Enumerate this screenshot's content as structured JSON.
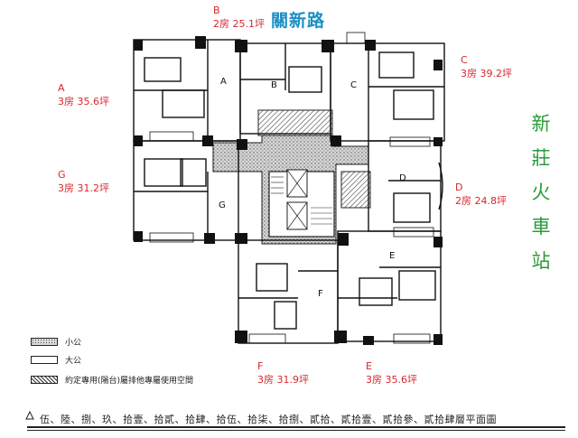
{
  "road_label": "關新路",
  "station_label": [
    "新",
    "莊",
    "火",
    "車",
    "站"
  ],
  "units": [
    {
      "id": "A",
      "letter": "A",
      "detail": "3房 35.6坪"
    },
    {
      "id": "B",
      "letter": "B",
      "detail": "2房 25.1坪"
    },
    {
      "id": "C",
      "letter": "C",
      "detail": "3房 39.2坪"
    },
    {
      "id": "D",
      "letter": "D",
      "detail": "2房 24.8坪"
    },
    {
      "id": "E",
      "letter": "E",
      "detail": "3房 35.6坪"
    },
    {
      "id": "F",
      "letter": "F",
      "detail": "3房 31.9坪"
    },
    {
      "id": "G",
      "letter": "G",
      "detail": "3房 31.2坪"
    }
  ],
  "plan_letters": {
    "A": "A",
    "B": "B",
    "C": "C",
    "D": "D",
    "E": "E",
    "F": "F",
    "G": "G"
  },
  "legend": [
    {
      "pattern": "dots",
      "label": "小公"
    },
    {
      "pattern": "plain",
      "label": "大公"
    },
    {
      "pattern": "hatch",
      "label": "約定專用(陽台)屬排他專屬使用空間"
    }
  ],
  "footer_text": "伍、陸、捌、玖、拾壹、拾貳、拾肆、拾伍、拾柒、拾捌、貳拾、貳拾壹、貳拾參、貳拾肆層平面圖",
  "colors": {
    "unit_label": "#d8262c",
    "road": "#1a8fc4",
    "station": "#2a9a3a"
  }
}
